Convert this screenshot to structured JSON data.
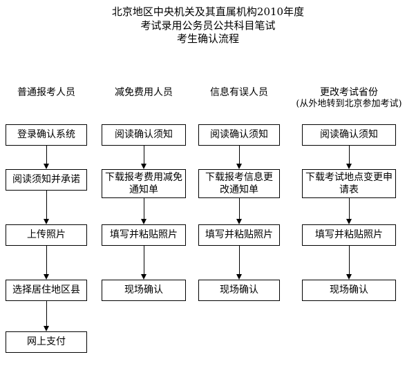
{
  "title": {
    "line1": "北京地区中央机关及其直属机构2010年度",
    "line2": "考试录用公务员公共科目笔试",
    "line3": "考生确认流程"
  },
  "columns": [
    {
      "header": "普通报考人员",
      "subheader": "",
      "steps": [
        "登录确认系统",
        "阅读须知并承诺",
        "上传照片",
        "选择居住地区县",
        "网上支付"
      ]
    },
    {
      "header": "减免费用人员",
      "subheader": "",
      "steps": [
        "阅读确认须知",
        "下载报考费用减免通知单",
        "填写并粘贴照片",
        "现场确认"
      ]
    },
    {
      "header": "信息有误人员",
      "subheader": "",
      "steps": [
        "阅读确认须知",
        "下载报考信息更改通知单",
        "填写并粘贴照片",
        "现场确认"
      ]
    },
    {
      "header": "更改考试省份",
      "subheader": "(从外地转到北京参加考试)",
      "steps": [
        "阅读确认须知",
        "下载考试地点变更申请表",
        "填写并粘贴照片",
        "现场确认"
      ]
    }
  ],
  "colors": {
    "background": "#ffffff",
    "box_border": "#000000",
    "text": "#000000"
  }
}
